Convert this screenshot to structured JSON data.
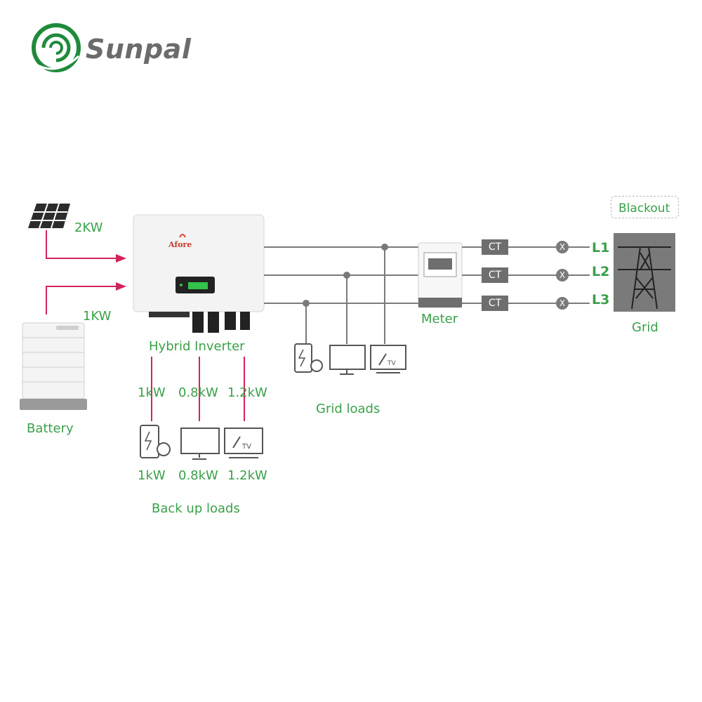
{
  "brand": {
    "name": "Sunpal",
    "logo_icon": "sunpal-swirl-logo",
    "color": "#1f8a3b"
  },
  "inverter": {
    "label": "Hybrid Inverter",
    "brand_mark": "Afore"
  },
  "solar": {
    "power": "2KW",
    "icon": "solar-panel-icon"
  },
  "battery": {
    "label": "Battery",
    "power": "1KW",
    "icon": "battery-stack-icon"
  },
  "meter": {
    "label": "Meter"
  },
  "grid": {
    "label": "Grid",
    "status": "Blackout",
    "icon": "transmission-tower-icon"
  },
  "phases": [
    {
      "ct": "CT",
      "breaker": "X",
      "line": "L1"
    },
    {
      "ct": "CT",
      "breaker": "X",
      "line": "L2"
    },
    {
      "ct": "CT",
      "breaker": "X",
      "line": "L3"
    }
  ],
  "grid_loads": {
    "label": "Grid loads",
    "icons": [
      "ev-charger-icon",
      "monitor-icon",
      "tv-icon"
    ]
  },
  "backup_loads": {
    "label": "Back up loads",
    "items": [
      {
        "icon": "ev-charger-icon",
        "line_power": "1kW",
        "power": "1kW"
      },
      {
        "icon": "monitor-icon",
        "line_power": "0.8kW",
        "power": "0.8kW"
      },
      {
        "icon": "tv-icon",
        "line_power": "1.2kW",
        "power": "1.2kW"
      }
    ]
  },
  "colors": {
    "accent_green": "#3aa04a",
    "flow_red": "#d1245a",
    "line_gray": "#7a7a7a"
  }
}
